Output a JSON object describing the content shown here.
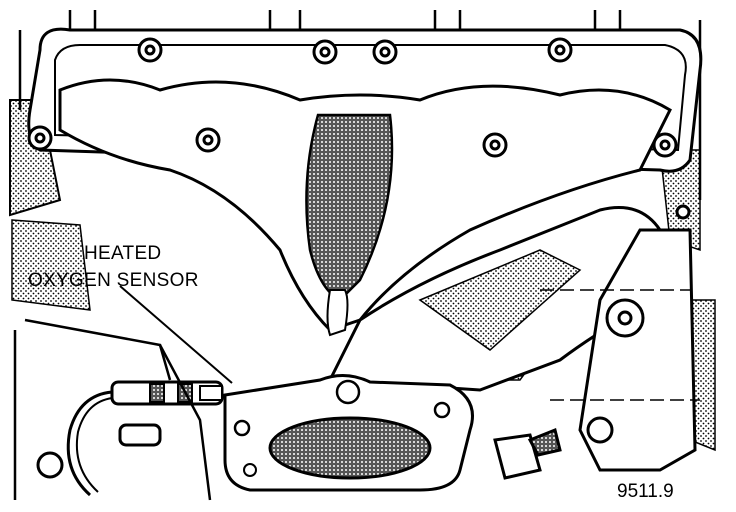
{
  "callout": {
    "line1": "HEATED",
    "line2": "OXYGEN SENSOR"
  },
  "figure_number": "9511.9"
}
